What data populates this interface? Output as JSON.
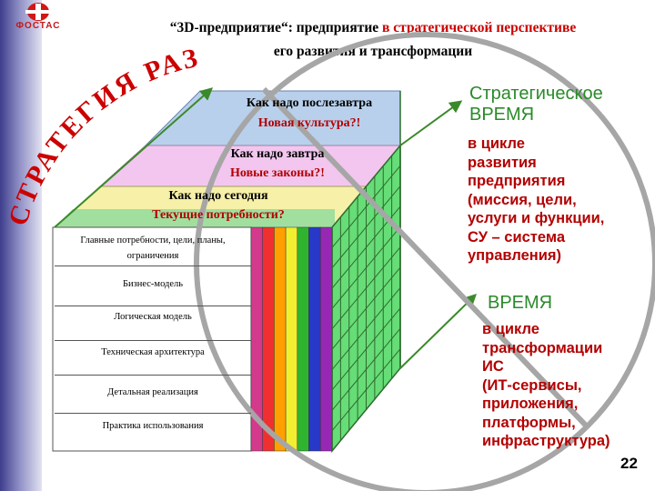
{
  "logo": {
    "text": "ФОСТАС"
  },
  "title": {
    "line1_prefix": "“3D-предприятие“: предприятие ",
    "line1_red": "в стратегической перспективе",
    "line2": "его развития и трансформации"
  },
  "arc_label": "СТРАТЕГИЯ РАЗВИТИЯ",
  "bands": [
    {
      "line1": "Как надо послезавтра",
      "line2": "Новая культура?!"
    },
    {
      "line1": "Как надо завтра",
      "line2": "Новые законы?!"
    },
    {
      "line1": "Как надо сегодня",
      "line2": "Текущие потребности?"
    }
  ],
  "rows": [
    {
      "label": "Главные потребности, цели, планы, ограничения"
    },
    {
      "label": "Бизнес-модель"
    },
    {
      "label": "Логическая модель"
    },
    {
      "label": "Техническая архитектура"
    },
    {
      "label": "Детальная реализация"
    },
    {
      "label": "Практика использования"
    }
  ],
  "right_top": {
    "header": "Стратегическое ВРЕМЯ",
    "lines": [
      "в цикле",
      "развития",
      "предприятия",
      "(миссия, цели,",
      "услуги и функции,",
      "СУ – система",
      "управления)"
    ]
  },
  "right_bottom": {
    "header": "ВРЕМЯ",
    "lines": [
      "в цикле",
      "трансформации",
      "ИС",
      "(ИТ-сервисы,",
      "приложения,",
      "платформы,",
      "инфраструктура)"
    ]
  },
  "page_number": "22",
  "colors": {
    "sidebar": "#5a5aa8",
    "band_top": "#b8d0ec",
    "band_mid": "#f2c6ee",
    "band_bottom": "#f6f0a8",
    "grid_green": "#66dd77",
    "highlight_red": "#cc0000",
    "header_green": "#2a8a2a"
  },
  "stripe_colors": [
    "#d43a8c",
    "#f03030",
    "#ffa000",
    "#f2ee30",
    "#30b430",
    "#2838c8",
    "#9628b4"
  ]
}
